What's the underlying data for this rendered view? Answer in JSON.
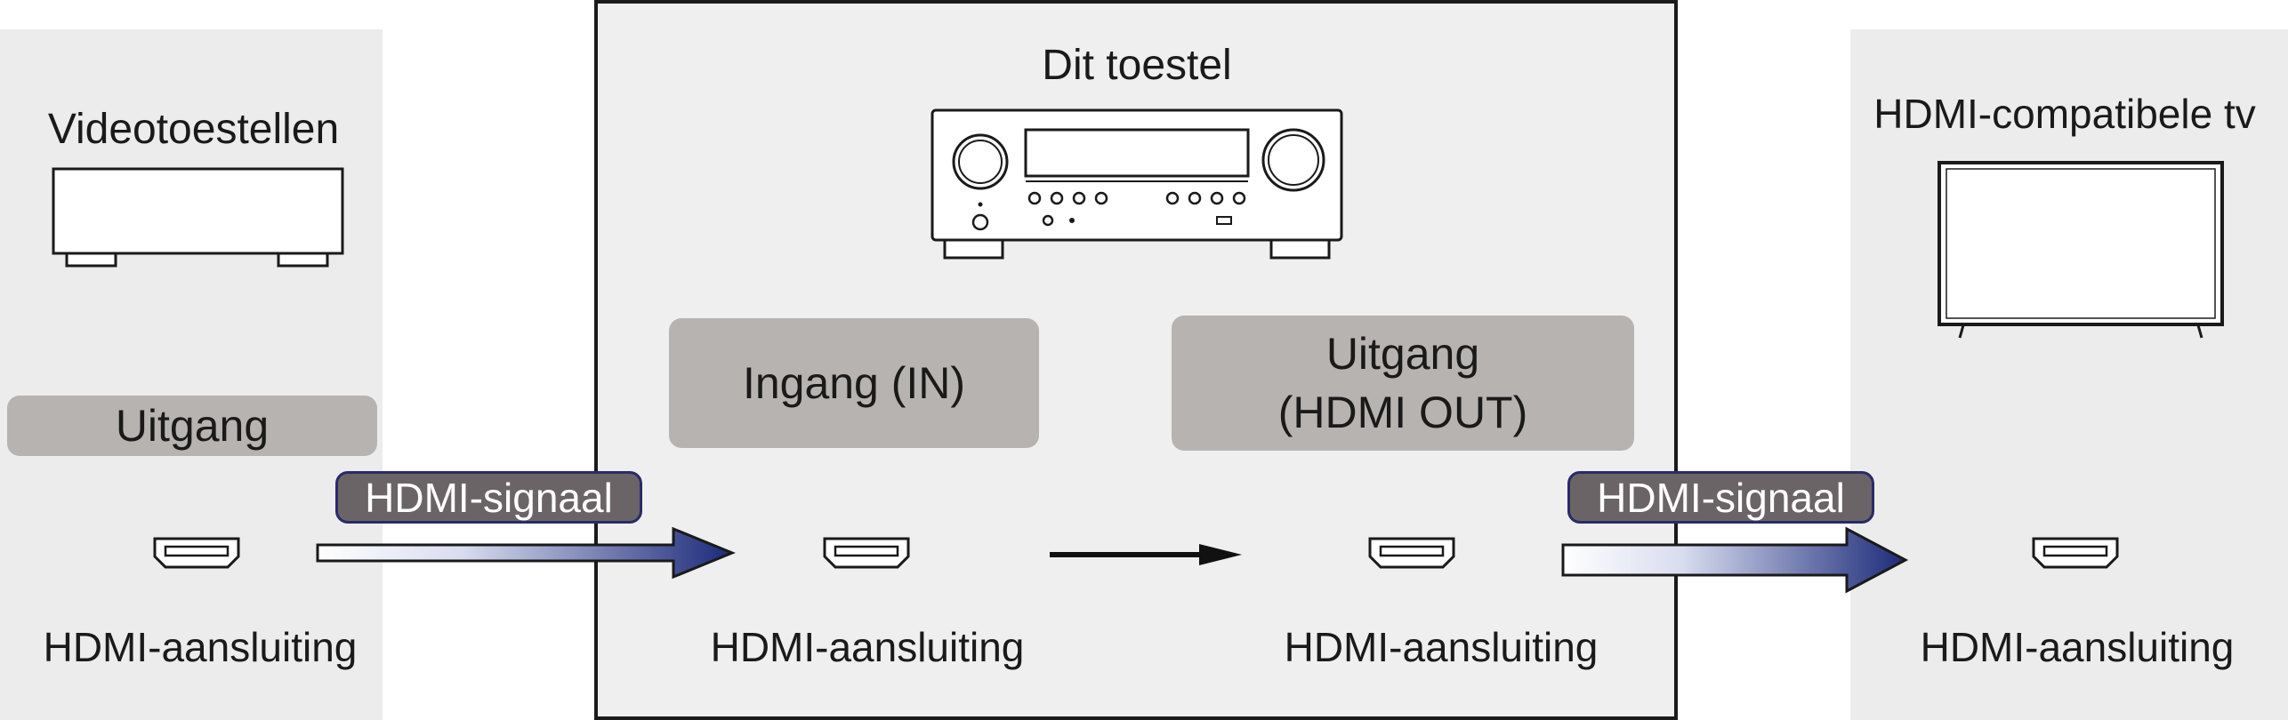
{
  "source": {
    "title": "Videotoestellen",
    "output_label": "Uitgang",
    "connector_label": "HDMI-aansluiting"
  },
  "unit": {
    "title": "Dit toestel",
    "input_label": "Ingang (IN)",
    "output_label": "Uitgang\n(HDMI OUT)",
    "input_connector_label": "HDMI-aansluiting",
    "output_connector_label": "HDMI-aansluiting"
  },
  "tv": {
    "title": "HDMI-compatibele tv",
    "connector_label": "HDMI-aansluiting"
  },
  "signals": {
    "left": "HDMI-signaal",
    "right": "HDMI-signaal"
  },
  "colors": {
    "panel": "#ececec",
    "pill": "#b7b3b1",
    "tag": "#6b6466",
    "arrow_dark": "#1c2a7a",
    "border": "#1a1a1a"
  },
  "icons": [
    "video-device-icon",
    "av-receiver-icon",
    "tv-icon",
    "hdmi-port-icon",
    "signal-arrow-icon"
  ]
}
